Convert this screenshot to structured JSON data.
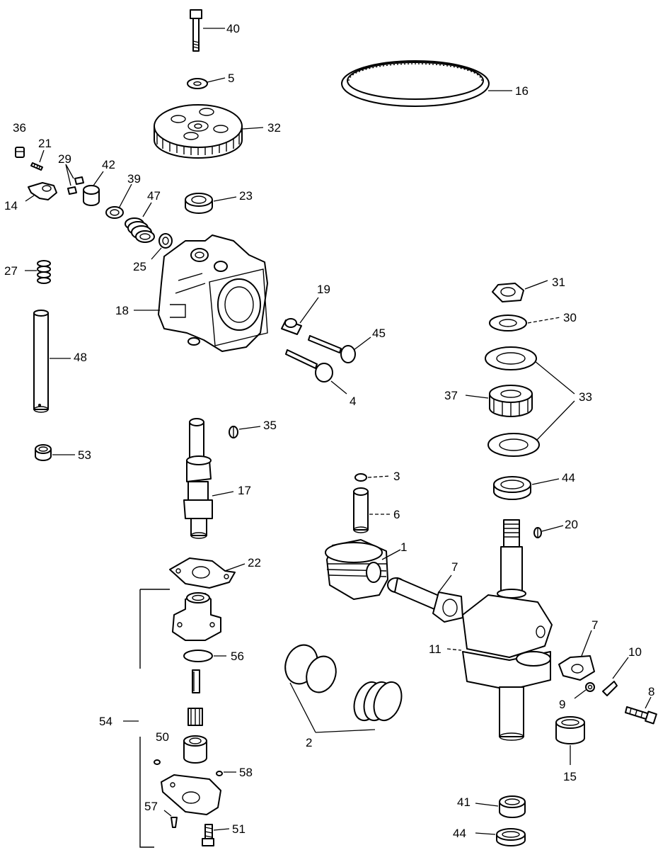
{
  "labels": {
    "l1": "1",
    "l2": "2",
    "l3": "3",
    "l4": "4",
    "l5": "5",
    "l6": "6",
    "l7a": "7",
    "l7b": "7",
    "l8": "8",
    "l9": "9",
    "l10": "10",
    "l11": "11",
    "l14": "14",
    "l15": "15",
    "l16": "16",
    "l17": "17",
    "l18": "18",
    "l19": "19",
    "l20": "20",
    "l21": "21",
    "l22": "22",
    "l23": "23",
    "l25": "25",
    "l27": "27",
    "l29": "29",
    "l30": "30",
    "l31": "31",
    "l32": "32",
    "l33": "33",
    "l35": "35",
    "l36": "36",
    "l37": "37",
    "l39": "39",
    "l40": "40",
    "l41": "41",
    "l42": "42",
    "l44a": "44",
    "l44b": "44",
    "l45": "45",
    "l47": "47",
    "l48": "48",
    "l50": "50",
    "l51": "51",
    "l53": "53",
    "l54": "54",
    "l56": "56",
    "l57": "57",
    "l58": "58"
  }
}
